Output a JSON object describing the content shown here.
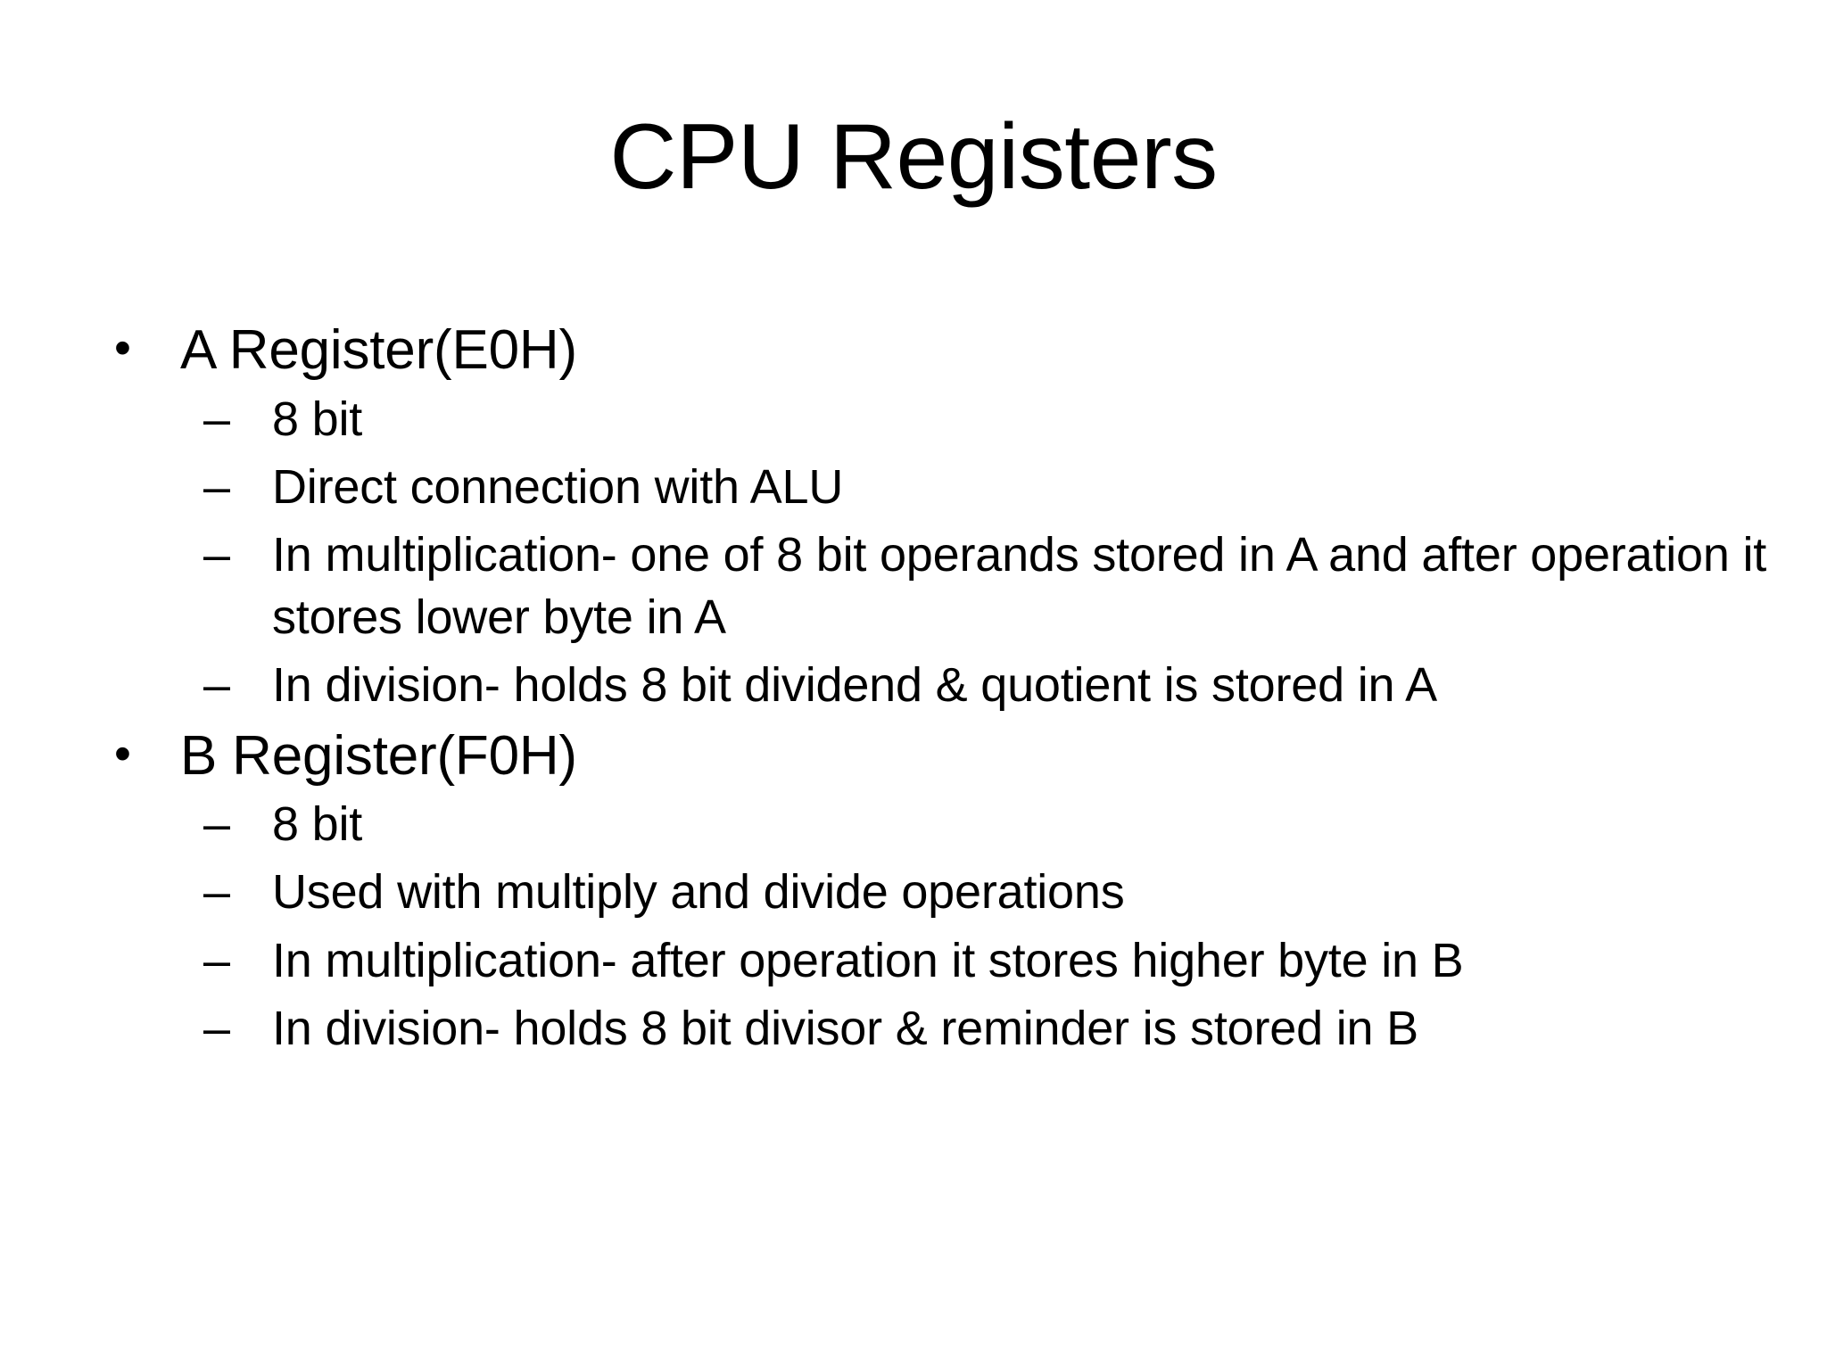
{
  "slide": {
    "title": "CPU Registers",
    "background_color": "#ffffff",
    "text_color": "#000000",
    "bullet_marker_level1": "•",
    "bullet_marker_level2": "–",
    "sections": [
      {
        "heading": "A Register(E0H)",
        "items": [
          "8 bit",
          "Direct connection with ALU",
          "In multiplication- one of 8 bit operands stored in A and after operation it stores lower byte in A",
          "In division- holds 8 bit dividend & quotient is stored in A"
        ]
      },
      {
        "heading": "B Register(F0H)",
        "items": [
          "8 bit",
          "Used with multiply and divide operations",
          "In multiplication- after operation it stores higher byte in B",
          "In division- holds 8 bit divisor & reminder is stored in B"
        ]
      }
    ]
  }
}
